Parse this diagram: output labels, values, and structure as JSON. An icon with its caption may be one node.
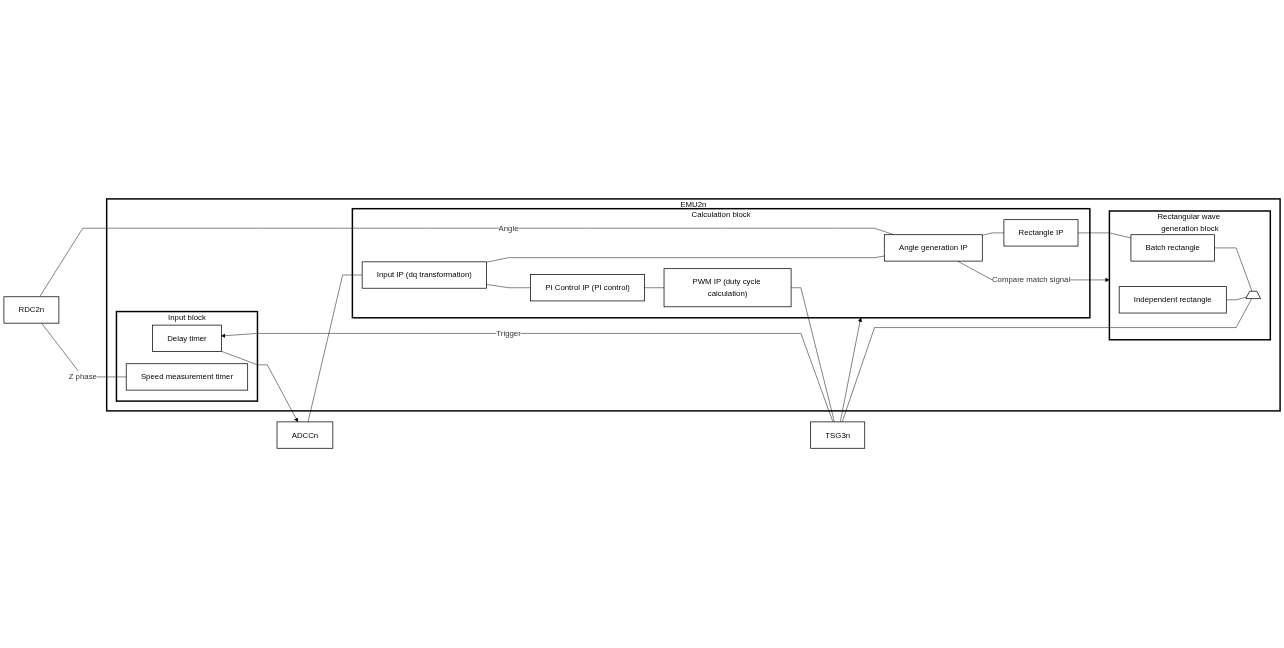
{
  "diagram": {
    "nodes": [
      {
        "text": [
          "EMU2n"
        ]
      },
      {
        "text": [
          "Input block"
        ],
        "in": 0
      },
      {
        "text": [
          "Delay timer"
        ],
        "in": 1
      },
      {
        "text": [
          "Speed measurement timer"
        ],
        "in": 1
      },
      {
        "text": [
          "Calculation block"
        ],
        "in": 0
      },
      {
        "text": [
          "Angle generation IP"
        ],
        "in": 4
      },
      {
        "text": [
          "Input IP (dq transformation)"
        ],
        "in": 4
      },
      {
        "text": [
          "PI Control IP (PI control)"
        ],
        "in": 4
      },
      {
        "text": [
          "PWM IP (duty cycle calculation)"
        ],
        "in": 4
      },
      {
        "text": [
          "Rectangle IP"
        ],
        "in": 4
      },
      {
        "text": [
          "Rectangular wave generation block"
        ],
        "in": 0
      },
      {
        "text": [
          "Batch rectangle"
        ],
        "in": 10
      },
      {
        "text": [
          "Independent rectangle"
        ],
        "in": 10
      },
      {
        "text": [],
        "shape": "trapezoid",
        "in": 10
      },
      {
        "text": [
          "ADCCn"
        ]
      },
      {
        "text": [
          "RDC2n"
        ]
      },
      {
        "text": [
          "TSG3n"
        ]
      }
    ],
    "edges": [
      {
        "from": 16,
        "to": 2,
        "arrow": "to",
        "label": "Trigger"
      },
      {
        "from": 16,
        "to": 4,
        "arrow": "to"
      },
      {
        "from": 2,
        "to": 14,
        "arrow": "to"
      },
      {
        "from": 14,
        "to": 6,
        "arrow": "none"
      },
      {
        "from": 15,
        "to": 5,
        "arrow": "none",
        "label": "Angle"
      },
      {
        "from": 15,
        "to": 3,
        "arrow": "none",
        "label": "Z phase"
      },
      {
        "from": 5,
        "to": 6,
        "arrow": "none"
      },
      {
        "from": 6,
        "to": 7,
        "arrow": "none"
      },
      {
        "from": 7,
        "to": 8,
        "arrow": "none"
      },
      {
        "from": 8,
        "to": 16,
        "arrow": "none"
      },
      {
        "from": 5,
        "to": 9,
        "arrow": "none"
      },
      {
        "from": 9,
        "to": 11,
        "arrow": "none"
      },
      {
        "from": 11,
        "to": 13,
        "arrow": "none"
      },
      {
        "from": 12,
        "to": 13,
        "arrow": "none"
      },
      {
        "from": 13,
        "to": 16,
        "arrow": "none"
      },
      {
        "from": 5,
        "to": 10,
        "arrow": "to",
        "label": "Compare match signal"
      }
    ]
  }
}
